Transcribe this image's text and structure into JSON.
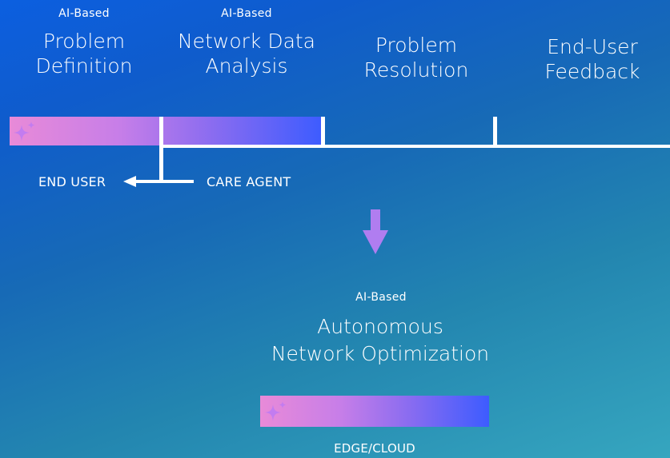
{
  "stages": [
    {
      "prefix": "AI-Based",
      "title_line1": "Problem",
      "title_line2": "Definition"
    },
    {
      "prefix": "AI-Based",
      "title_line1": "Network Data",
      "title_line2": "Analysis"
    },
    {
      "prefix": "",
      "title_line1": "Problem",
      "title_line2": "Resolution"
    },
    {
      "prefix": "",
      "title_line1": "End-User",
      "title_line2": "Feedback"
    }
  ],
  "arrows": {
    "end_user": "END USER",
    "care_agent": "CARE AGENT"
  },
  "optimization": {
    "prefix": "AI-Based",
    "title_line1": "Autonomous",
    "title_line2": "Network Optimization"
  },
  "footer": {
    "label": "EDGE/CLOUD"
  },
  "colors": {
    "bar_start": "#e88ad8",
    "bar_end": "#3d5cff",
    "arrow_down": "#b07df0",
    "sparkle": "#c27cf0"
  },
  "icons": {
    "sparkle": "sparkle-icon",
    "arrow_down": "arrow-down-icon",
    "arrow_left": "arrow-left-icon"
  }
}
